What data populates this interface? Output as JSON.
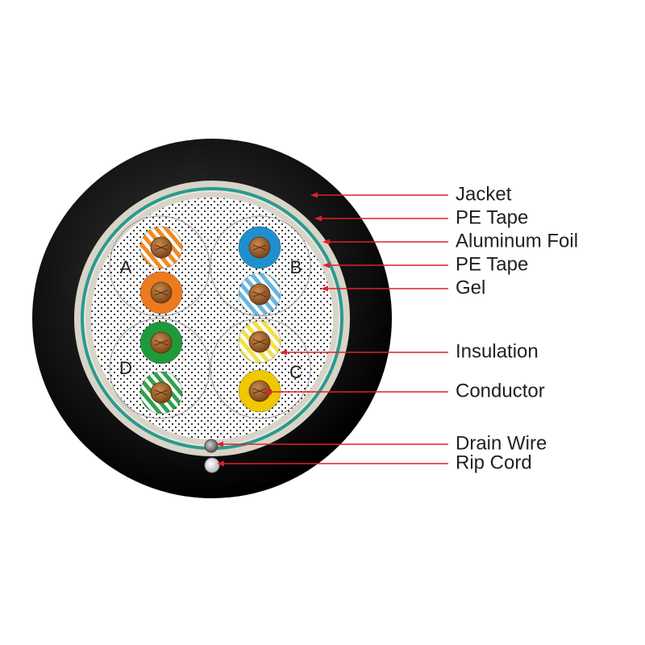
{
  "colors": {
    "jacket": "#111111",
    "pe_tape": "#d9d4c8",
    "aluminum_foil": "#2a9a8f",
    "gel": "#ffffff",
    "gel_dots": "#222222",
    "conductor": "#9a5a28",
    "leader": "#e0202a"
  },
  "pairs": [
    {
      "letter": "A",
      "wires": [
        {
          "color": "#f08a24",
          "striped": true
        },
        {
          "color": "#ee7a1f",
          "striped": false
        }
      ]
    },
    {
      "letter": "B",
      "wires": [
        {
          "color": "#1f8fd0",
          "striped": false
        },
        {
          "color": "#6ab4e0",
          "striped": true
        }
      ]
    },
    {
      "letter": "C",
      "wires": [
        {
          "color": "#f2e04a",
          "striped": true
        },
        {
          "color": "#f0c800",
          "striped": false
        }
      ]
    },
    {
      "letter": "D",
      "wires": [
        {
          "color": "#1f9a3a",
          "striped": false
        },
        {
          "color": "#2fa24a",
          "striped": true
        }
      ]
    }
  ],
  "callouts": [
    {
      "key": "jacket",
      "label": "Jacket"
    },
    {
      "key": "pe_tape_outer",
      "label": "PE Tape"
    },
    {
      "key": "aluminum_foil",
      "label": "Aluminum Foil"
    },
    {
      "key": "pe_tape_inner",
      "label": "PE Tape"
    },
    {
      "key": "gel",
      "label": "Gel"
    },
    {
      "key": "insulation",
      "label": "Insulation"
    },
    {
      "key": "conductor",
      "label": "Conductor"
    },
    {
      "key": "drain_wire",
      "label": "Drain Wire"
    },
    {
      "key": "rip_cord",
      "label": "Rip Cord"
    }
  ]
}
